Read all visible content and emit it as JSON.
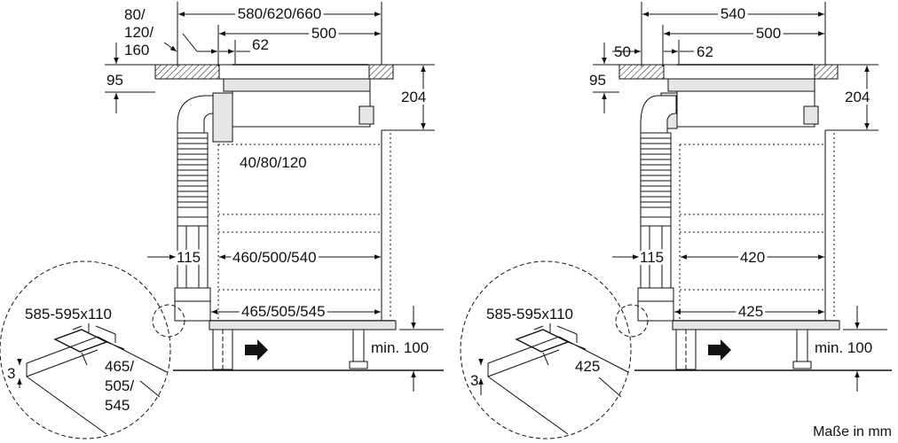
{
  "left": {
    "dim_top_total": "580/620/660",
    "dim_top_depth": "500",
    "dim_top_62": "62",
    "dim_offset_1": "80/",
    "dim_offset_2": "120/",
    "dim_offset_3": "160",
    "dim_95": "95",
    "dim_204": "204",
    "dim_gap": "40/80/120",
    "dim_115": "115",
    "dim_mid": "460/500/540",
    "dim_bottom": "465/505/545",
    "dim_min": "min. 100",
    "detail_cutout": "585-595x110",
    "detail_3": "3",
    "detail_depth_1": "465/",
    "detail_depth_2": "505/",
    "detail_depth_3": "545"
  },
  "right": {
    "dim_top_total": "540",
    "dim_top_depth": "500",
    "dim_top_62": "62",
    "dim_offset": "50",
    "dim_95": "95",
    "dim_204": "204",
    "dim_115": "115",
    "dim_mid": "420",
    "dim_bottom": "425",
    "dim_min": "min. 100",
    "detail_cutout": "585-595x110",
    "detail_3": "3",
    "detail_depth": "425"
  },
  "units_note": "Maße in mm"
}
